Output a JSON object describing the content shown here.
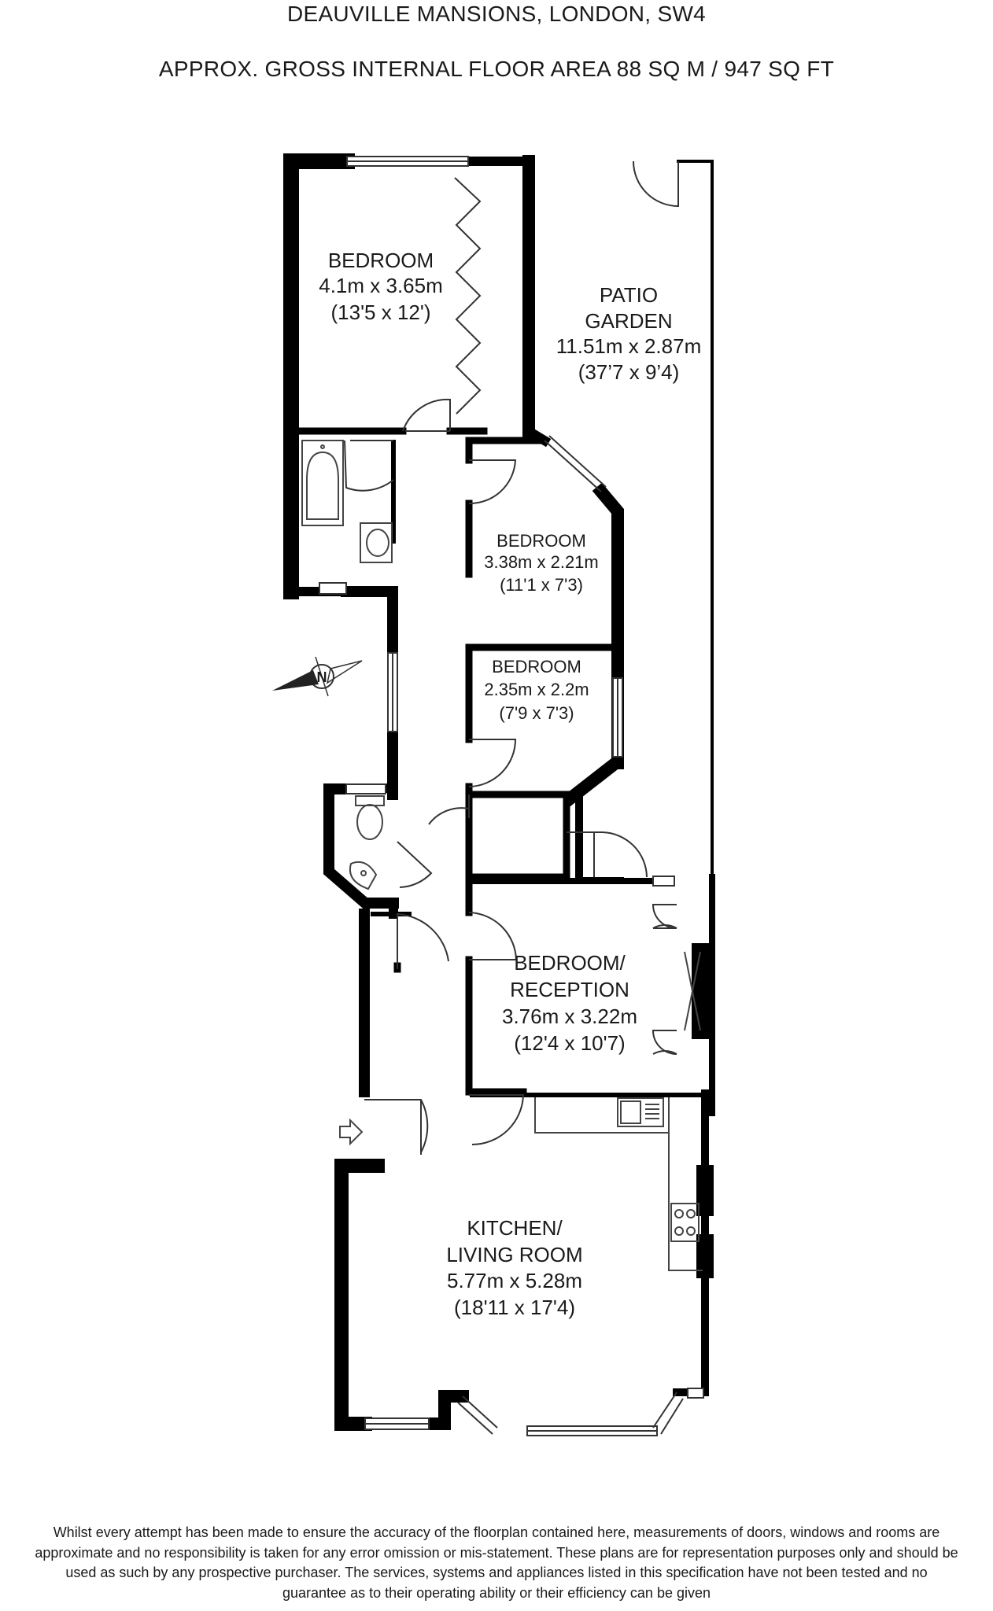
{
  "header": {
    "title": "DEAUVILLE MANSIONS, LONDON, SW4",
    "area": "APPROX. GROSS INTERNAL FLOOR AREA 88 SQ M / 947 SQ FT"
  },
  "rooms": {
    "bedroom1": {
      "name": "BEDROOM",
      "size_m": "4.1m x 3.65m",
      "size_ft": "(13'5 x 12')"
    },
    "patio": {
      "name1": "PATIO",
      "name2": "GARDEN",
      "size_m": "11.51m x 2.87m",
      "size_ft": "(37’7 x 9’4)"
    },
    "bedroom2": {
      "name": "BEDROOM",
      "size_m": "3.38m x 2.21m",
      "size_ft": "(11'1 x 7'3)"
    },
    "bedroom3": {
      "name": "BEDROOM",
      "size_m": "2.35m x 2.2m",
      "size_ft": "(7'9 x 7'3)"
    },
    "reception": {
      "name1": "BEDROOM/",
      "name2": "RECEPTION",
      "size_m": "3.76m x 3.22m",
      "size_ft": "(12'4 x 10'7)"
    },
    "kitchen": {
      "name1": "KITCHEN/",
      "name2": "LIVING ROOM",
      "size_m": "5.77m x 5.28m",
      "size_ft": "(18'11 x 17'4)"
    }
  },
  "compass": {
    "letter": "N"
  },
  "disclaimer": {
    "line1": "Whilst every attempt has been made to ensure the accuracy of the floorplan contained here, measurements of doors, windows and rooms are",
    "line2": "approximate and no responsibility is taken for any error omission or mis-statement. These plans are for representation purposes only and should be",
    "line3": "used as such by any prospective purchaser. The services, systems and appliances listed in this specification have not been tested and no",
    "line4": "guarantee as to their operating ability or their efficiency can be given"
  }
}
